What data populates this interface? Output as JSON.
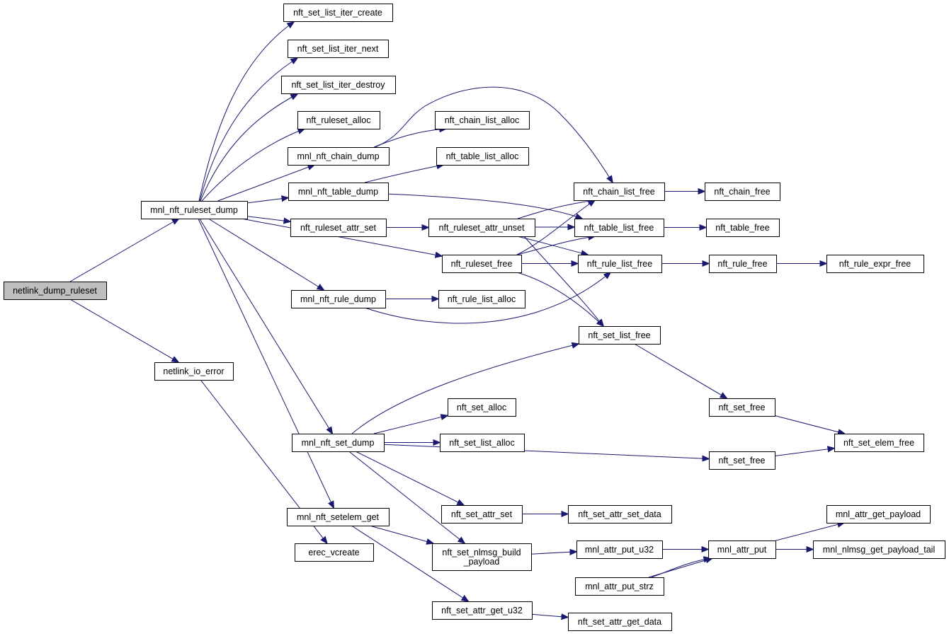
{
  "diagram": {
    "type": "call-graph",
    "root": "netlink_dump_ruleset",
    "nodes": {
      "netlink_dump_ruleset": [
        "netlink_dump_ruleset"
      ],
      "mnl_nft_ruleset_dump": [
        "mnl_nft_ruleset_dump"
      ],
      "netlink_io_error": [
        "netlink_io_error"
      ],
      "nft_set_list_iter_create": [
        "nft_set_list_iter_create"
      ],
      "nft_set_list_iter_next": [
        "nft_set_list_iter_next"
      ],
      "nft_set_list_iter_destroy": [
        "nft_set_list_iter_destroy"
      ],
      "nft_ruleset_alloc": [
        "nft_ruleset_alloc"
      ],
      "mnl_nft_chain_dump": [
        "mnl_nft_chain_dump"
      ],
      "mnl_nft_table_dump": [
        "mnl_nft_table_dump"
      ],
      "nft_ruleset_attr_set": [
        "nft_ruleset_attr_set"
      ],
      "nft_ruleset_free": [
        "nft_ruleset_free"
      ],
      "mnl_nft_rule_dump": [
        "mnl_nft_rule_dump"
      ],
      "mnl_nft_set_dump": [
        "mnl_nft_set_dump"
      ],
      "mnl_nft_setelem_get": [
        "mnl_nft_setelem_get"
      ],
      "erec_vcreate": [
        "erec_vcreate"
      ],
      "nft_chain_list_alloc": [
        "nft_chain_list_alloc"
      ],
      "nft_table_list_alloc": [
        "nft_table_list_alloc"
      ],
      "nft_ruleset_attr_unset": [
        "nft_ruleset_attr_unset"
      ],
      "nft_rule_list_alloc": [
        "nft_rule_list_alloc"
      ],
      "nft_chain_list_free": [
        "nft_chain_list_free"
      ],
      "nft_table_list_free": [
        "nft_table_list_free"
      ],
      "nft_rule_list_free": [
        "nft_rule_list_free"
      ],
      "nft_set_list_free": [
        "nft_set_list_free"
      ],
      "nft_chain_free": [
        "nft_chain_free"
      ],
      "nft_table_free": [
        "nft_table_free"
      ],
      "nft_rule_free": [
        "nft_rule_free"
      ],
      "nft_rule_expr_free": [
        "nft_rule_expr_free"
      ],
      "nft_set_alloc": [
        "nft_set_alloc"
      ],
      "nft_set_list_alloc": [
        "nft_set_list_alloc"
      ],
      "nft_set_free_a": [
        "nft_set_free"
      ],
      "nft_set_free_b": [
        "nft_set_free"
      ],
      "nft_set_elem_free": [
        "nft_set_elem_free"
      ],
      "nft_set_attr_set": [
        "nft_set_attr_set"
      ],
      "nft_set_attr_set_data": [
        "nft_set_attr_set_data"
      ],
      "nft_set_nlmsg_build_payload": [
        "nft_set_nlmsg_build",
        "_payload"
      ],
      "mnl_attr_put_u32": [
        "mnl_attr_put_u32"
      ],
      "mnl_attr_put_strz": [
        "mnl_attr_put_strz"
      ],
      "mnl_attr_put": [
        "mnl_attr_put"
      ],
      "mnl_attr_get_payload": [
        "mnl_attr_get_payload"
      ],
      "mnl_nlmsg_get_payload_tail": [
        "mnl_nlmsg_get_payload_tail"
      ],
      "nft_set_attr_get_u32": [
        "nft_set_attr_get_u32"
      ],
      "nft_set_attr_get_data": [
        "nft_set_attr_get_data"
      ]
    },
    "edges": [
      [
        "netlink_dump_ruleset",
        "mnl_nft_ruleset_dump"
      ],
      [
        "netlink_dump_ruleset",
        "netlink_io_error"
      ],
      [
        "mnl_nft_ruleset_dump",
        "nft_set_list_iter_create"
      ],
      [
        "mnl_nft_ruleset_dump",
        "nft_set_list_iter_next"
      ],
      [
        "mnl_nft_ruleset_dump",
        "nft_set_list_iter_destroy"
      ],
      [
        "mnl_nft_ruleset_dump",
        "nft_ruleset_alloc"
      ],
      [
        "mnl_nft_ruleset_dump",
        "mnl_nft_chain_dump"
      ],
      [
        "mnl_nft_ruleset_dump",
        "mnl_nft_table_dump"
      ],
      [
        "mnl_nft_ruleset_dump",
        "nft_ruleset_attr_set"
      ],
      [
        "mnl_nft_ruleset_dump",
        "nft_ruleset_free"
      ],
      [
        "mnl_nft_ruleset_dump",
        "mnl_nft_rule_dump"
      ],
      [
        "mnl_nft_ruleset_dump",
        "mnl_nft_set_dump"
      ],
      [
        "mnl_nft_ruleset_dump",
        "mnl_nft_setelem_get"
      ],
      [
        "netlink_io_error",
        "erec_vcreate"
      ],
      [
        "mnl_nft_chain_dump",
        "nft_chain_list_alloc"
      ],
      [
        "mnl_nft_chain_dump",
        "nft_chain_list_free"
      ],
      [
        "mnl_nft_table_dump",
        "nft_table_list_alloc"
      ],
      [
        "mnl_nft_table_dump",
        "nft_table_list_free"
      ],
      [
        "nft_ruleset_attr_set",
        "nft_ruleset_attr_unset"
      ],
      [
        "nft_ruleset_attr_unset",
        "nft_chain_list_free"
      ],
      [
        "nft_ruleset_attr_unset",
        "nft_table_list_free"
      ],
      [
        "nft_ruleset_attr_unset",
        "nft_rule_list_free"
      ],
      [
        "nft_ruleset_attr_unset",
        "nft_set_list_free"
      ],
      [
        "nft_ruleset_free",
        "nft_chain_list_free"
      ],
      [
        "nft_ruleset_free",
        "nft_table_list_free"
      ],
      [
        "nft_ruleset_free",
        "nft_rule_list_free"
      ],
      [
        "nft_ruleset_free",
        "nft_set_list_free"
      ],
      [
        "mnl_nft_rule_dump",
        "nft_rule_list_alloc"
      ],
      [
        "mnl_nft_rule_dump",
        "nft_rule_list_free"
      ],
      [
        "nft_chain_list_free",
        "nft_chain_free"
      ],
      [
        "nft_table_list_free",
        "nft_table_free"
      ],
      [
        "nft_rule_list_free",
        "nft_rule_free"
      ],
      [
        "nft_rule_free",
        "nft_rule_expr_free"
      ],
      [
        "nft_set_list_free",
        "nft_set_free_a"
      ],
      [
        "nft_set_free_a",
        "nft_set_elem_free"
      ],
      [
        "nft_set_free_b",
        "nft_set_elem_free"
      ],
      [
        "mnl_nft_set_dump",
        "nft_set_list_free"
      ],
      [
        "mnl_nft_set_dump",
        "nft_set_alloc"
      ],
      [
        "mnl_nft_set_dump",
        "nft_set_list_alloc"
      ],
      [
        "mnl_nft_set_dump",
        "nft_set_free_b"
      ],
      [
        "mnl_nft_set_dump",
        "nft_set_attr_set"
      ],
      [
        "mnl_nft_set_dump",
        "nft_set_nlmsg_build_payload"
      ],
      [
        "nft_set_attr_set",
        "nft_set_attr_set_data"
      ],
      [
        "mnl_nft_setelem_get",
        "nft_set_nlmsg_build_payload"
      ],
      [
        "mnl_nft_setelem_get",
        "nft_set_attr_get_u32"
      ],
      [
        "nft_set_nlmsg_build_payload",
        "mnl_attr_put_u32"
      ],
      [
        "nft_set_nlmsg_build_payload",
        "mnl_attr_put_strz"
      ],
      [
        "mnl_attr_put_u32",
        "mnl_attr_put"
      ],
      [
        "mnl_attr_put_strz",
        "mnl_attr_put"
      ],
      [
        "mnl_attr_put",
        "mnl_attr_get_payload"
      ],
      [
        "mnl_attr_put",
        "mnl_nlmsg_get_payload_tail"
      ],
      [
        "nft_set_attr_get_u32",
        "nft_set_attr_get_data"
      ]
    ],
    "colors": {
      "edge": "#191970",
      "node_border": "#000000",
      "node_fill": "#ffffff",
      "root_fill": "#bfbfbf"
    }
  }
}
